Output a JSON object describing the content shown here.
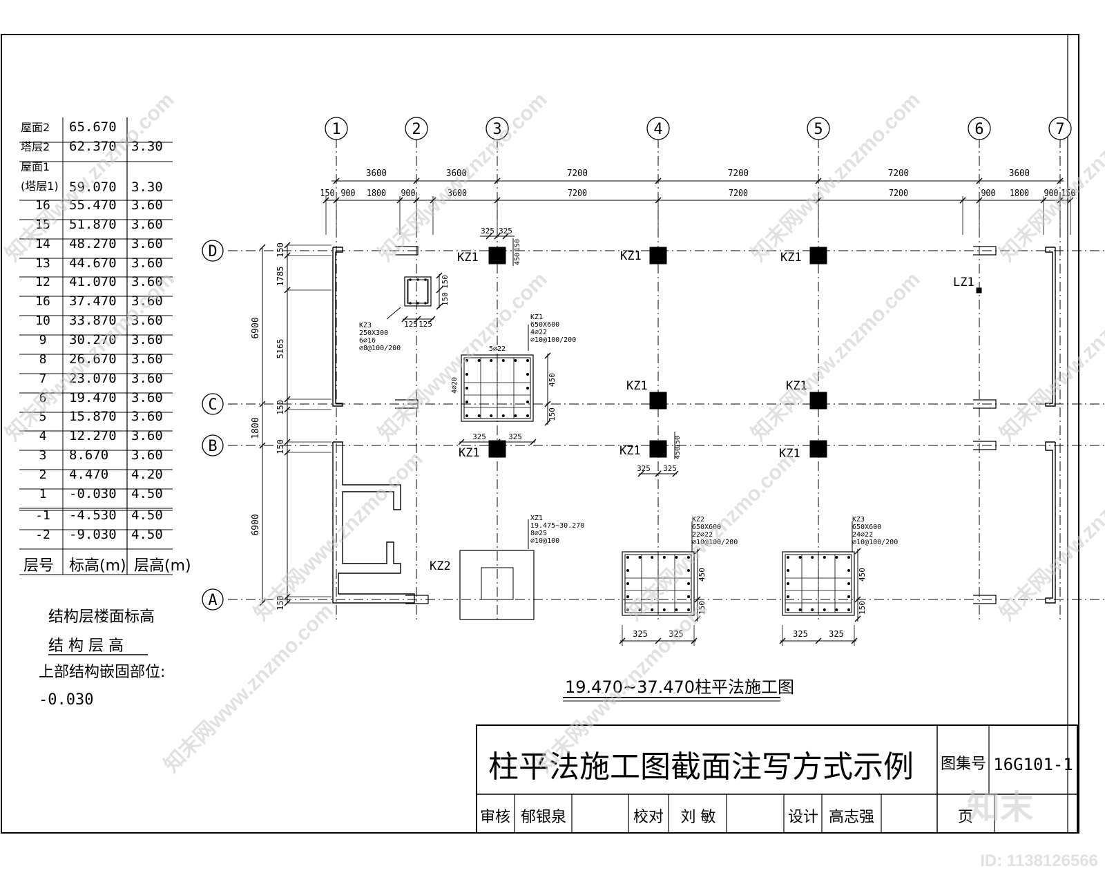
{
  "floor_table": {
    "rows": [
      {
        "name": "屋面2",
        "elev": "65.670",
        "height": ""
      },
      {
        "name": "塔层2",
        "elev": "62.370",
        "height": "3.30"
      },
      {
        "name": "屋面1",
        "elev": "",
        "height": ""
      },
      {
        "name": "(塔层1)",
        "elev": "59.070",
        "height": "3.30"
      },
      {
        "name": "16",
        "elev": "55.470",
        "height": "3.60"
      },
      {
        "name": "15",
        "elev": "51.870",
        "height": "3.60"
      },
      {
        "name": "14",
        "elev": "48.270",
        "height": "3.60"
      },
      {
        "name": "13",
        "elev": "44.670",
        "height": "3.60"
      },
      {
        "name": "12",
        "elev": "41.070",
        "height": "3.60"
      },
      {
        "name": "16",
        "elev": "37.470",
        "height": "3.60"
      },
      {
        "name": "10",
        "elev": "33.870",
        "height": "3.60"
      },
      {
        "name": "9",
        "elev": "30.270",
        "height": "3.60"
      },
      {
        "name": "8",
        "elev": "26.670",
        "height": "3.60"
      },
      {
        "name": "7",
        "elev": "23.070",
        "height": "3.60"
      },
      {
        "name": "6",
        "elev": "19.470",
        "height": "3.60"
      },
      {
        "name": "5",
        "elev": "15.870",
        "height": "3.60"
      },
      {
        "name": "4",
        "elev": "12.270",
        "height": "3.60"
      },
      {
        "name": "3",
        "elev": "8.670",
        "height": "3.60"
      },
      {
        "name": "2",
        "elev": "4.470",
        "height": "4.20"
      },
      {
        "name": "1",
        "elev": "-0.030",
        "height": "4.50"
      },
      {
        "name": "-1",
        "elev": "-4.530",
        "height": "4.50"
      },
      {
        "name": "-2",
        "elev": "-9.030",
        "height": "4.50"
      }
    ],
    "header": {
      "name": "层号",
      "elev": "标高(m)",
      "height": "层高(m)"
    },
    "note_1": "结构层楼面标高",
    "note_2": "结 构 层 高",
    "note_3": "上部结构嵌固部位:",
    "note_4": "-0.030"
  },
  "grid": {
    "axes_x": [
      "1",
      "2",
      "3",
      "4",
      "5",
      "6",
      "7"
    ],
    "axes_y": [
      "D",
      "C",
      "B",
      "A"
    ],
    "dims_top": [
      "3600",
      "3600",
      "7200",
      "7200",
      "7200",
      "3600"
    ],
    "dims_second": [
      "150",
      "900",
      "1800",
      "900",
      "3600",
      "7200",
      "7200",
      "7200",
      "900",
      "1800",
      "900",
      "150"
    ],
    "dims_left_outer": [
      "6900",
      "1800",
      "6900"
    ],
    "dims_left_inner": [
      "150",
      "1785",
      "5165",
      "150",
      "150",
      "150"
    ]
  },
  "columns": {
    "kz1": "KZ1",
    "kz2": "KZ2",
    "lz1": "LZ1",
    "dim_325": "325",
    "dim_150": "150",
    "dim_450": "450",
    "dim_125": "125"
  },
  "sections": {
    "kz3_small": {
      "lines": [
        "KZ3",
        "250X300",
        "6⌀16",
        "⌀8@100/200"
      ]
    },
    "kz1_detail": {
      "lines": [
        "KZ1",
        "650X600",
        "4⌀22",
        "⌀10@100/200"
      ],
      "top": "5⌀22",
      "side": "4⌀20"
    },
    "xz1": {
      "lines": [
        "XZ1",
        "19.475~30.270",
        "8⌀25",
        "⌀10@100"
      ]
    },
    "kz2": {
      "lines": [
        "KZ2",
        "650X600",
        "22⌀22",
        "⌀10@100/200"
      ]
    },
    "kz3": {
      "lines": [
        "KZ3",
        "650X600",
        "24⌀22",
        "⌀10@100/200"
      ]
    }
  },
  "drawing_title": "19.470~37.470柱平法施工图",
  "title_block": {
    "title": "柱平法施工图截面注写方式示例",
    "atlas_label": "图集号",
    "atlas_value": "16G101-1",
    "review_label": "审核",
    "review_name": "郁银泉",
    "check_label": "校对",
    "check_name": "刘 敏",
    "design_label": "设计",
    "design_name": "高志强",
    "page_label": "页"
  },
  "watermark": {
    "text": "知末网www.znzmo.com",
    "logo": "知末",
    "id": "ID: 1138126566"
  }
}
